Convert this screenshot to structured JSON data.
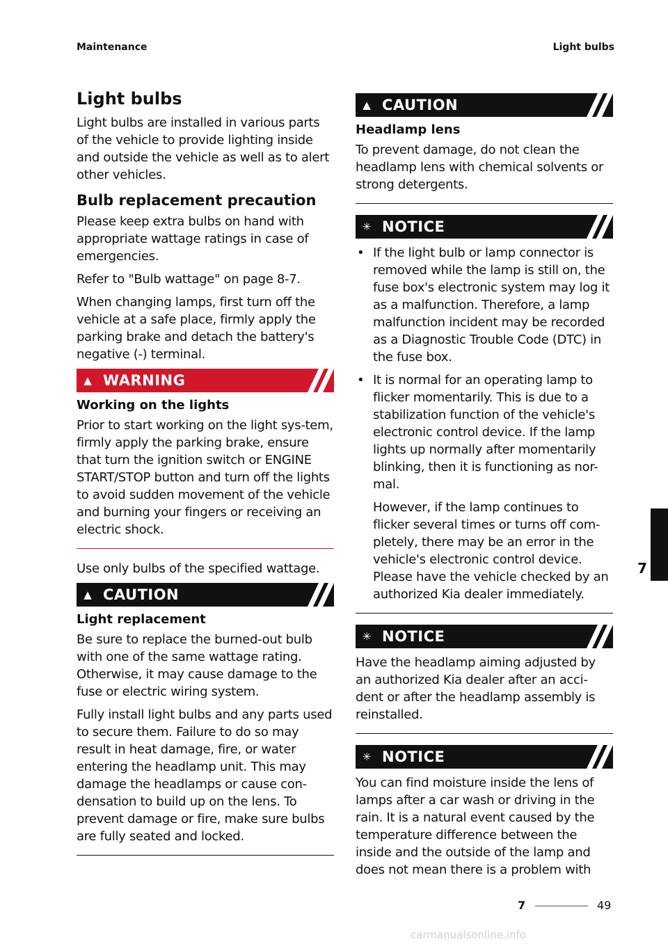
{
  "header": {
    "left": "Maintenance",
    "right": "Light bulbs"
  },
  "left": {
    "title": "Light bulbs",
    "intro": "Light bulbs are installed in various parts of the vehicle to provide lighting inside and outside the vehicle as well as to alert other vehicles.",
    "section_title": "Bulb replacement precaution",
    "p1": "Please keep extra bulbs on hand with appropriate wattage ratings in case of emergencies.",
    "p2": "Refer to \"Bulb wattage\" on page 8-7.",
    "p3": "When changing lamps, first turn off the vehicle at a safe place, firmly apply the parking brake and detach the battery's negative (-) terminal.",
    "warning": {
      "label": "WARNING",
      "subhead": "Working on the lights",
      "text": "Prior to start working on the light sys-tem, firmly apply the parking brake, ensure that turn the ignition switch or ENGINE START/STOP button and turn off the lights to avoid sudden movement of the vehicle and burning your fingers or receiving an electric shock."
    },
    "p4": "Use only bulbs of the specified wattage.",
    "caution": {
      "label": "CAUTION",
      "subhead": "Light replacement",
      "text1": "Be sure to replace the burned-out bulb with one of the same wattage rating. Otherwise, it may cause damage to the fuse or electric wiring system.",
      "text2": "Fully install light bulbs and any parts used to secure them. Failure to do so may result in heat damage, fire, or water entering the headlamp unit. This may damage the headlamps or cause con-densation to build up on the lens. To prevent damage or fire, make sure bulbs are fully seated and locked."
    }
  },
  "right": {
    "caution": {
      "label": "CAUTION",
      "subhead": "Headlamp lens",
      "text": "To prevent damage, do not clean the headlamp lens with chemical solvents or strong detergents."
    },
    "notice1": {
      "label": "NOTICE",
      "bullet1": "If the light bulb or lamp connector is removed while the lamp is still on, the fuse box's electronic system may log it as a malfunction. Therefore, a lamp malfunction incident may be recorded as a Diagnostic Trouble Code (DTC) in the fuse box.",
      "bullet2": "It is normal for an operating lamp to flicker momentarily. This is due to a stabilization function of the vehicle's electronic control device. If the lamp lights up normally after momentarily blinking, then it is functioning as nor-mal.",
      "bullet2b": "However, if the lamp continues to flicker several times or turns off com-pletely, there may be an error in the vehicle's electronic control device. Please have the vehicle checked by an authorized Kia dealer immediately."
    },
    "notice2": {
      "label": "NOTICE",
      "text": "Have the headlamp aiming adjusted by an authorized Kia dealer after an acci-dent or after the headlamp assembly is reinstalled."
    },
    "notice3": {
      "label": "NOTICE",
      "text": "You can find moisture inside the lens of lamps after a car wash or driving in the rain. It is a natural event caused by the temperature difference between the inside and the outside of the lamp and does not mean there is a problem with"
    }
  },
  "tab": {
    "chapter": "7"
  },
  "footer": {
    "chapter": "7",
    "page": "49"
  },
  "watermark": "carmanualsonline.info",
  "colors": {
    "warning": "#d0182a",
    "dark": "#111111"
  },
  "icons": {
    "warning_icon": "warning-triangle-icon",
    "notice_icon": "asterisk-icon",
    "bullet": "bullet-dot-icon"
  }
}
